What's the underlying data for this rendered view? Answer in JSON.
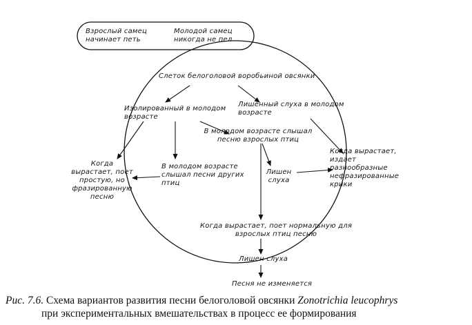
{
  "diagram": {
    "capsule_left": "Взрослый самец начинает петь",
    "capsule_right": "Молодой самец никогда не пел",
    "root": "Слеток белоголовой воробьиной овсянки",
    "isolated": "Изолированный в молодом возрасте",
    "deafened_young": "Лишенный слуха в молодом возрасте",
    "heard_adults": "В молодом возрасте слышал песню взрослых птиц",
    "heard_others": "В молодом возрасте слышал песни других птиц",
    "simple_song": "Когда вырастает, поет простую, но фразированную песню",
    "cries": "Когда вырастает, издает разнообразные нефразированные крики",
    "deafened_after": "Лишен слуха",
    "normal_song": "Когда вырастает, поет нормальную для взрослых птиц песню",
    "deafened_adult": "Лишен слуха",
    "unchanged": "Песня не изменяется"
  },
  "caption": {
    "number": "Рис. 7.6.",
    "line1_text": "Схема вариантов развития песни белоголовой овсянки",
    "species": "Zonotrichia leucophrys",
    "line2": "при экспериментальных вмешательствах в процесс ее формирования"
  }
}
